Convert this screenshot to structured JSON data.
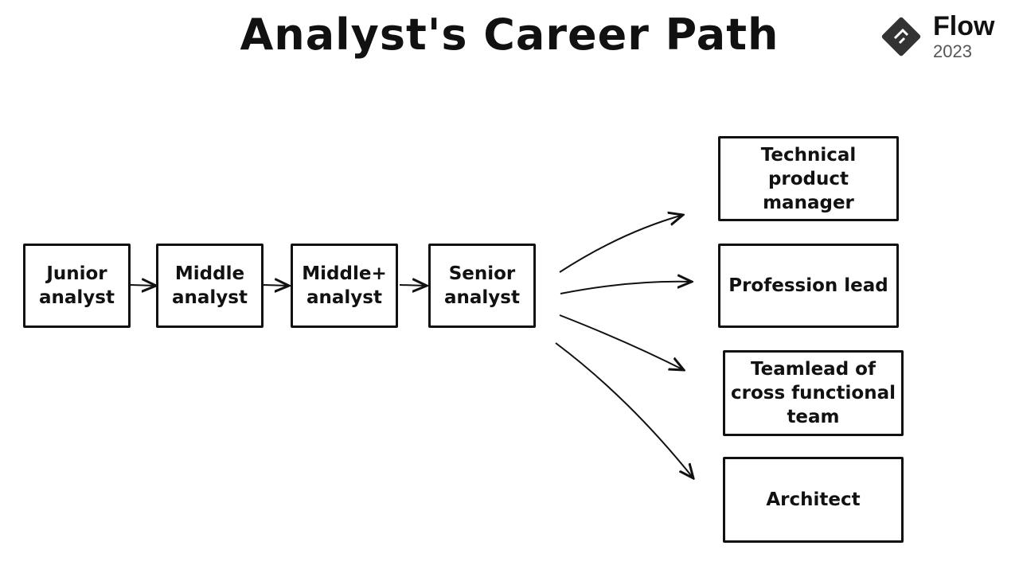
{
  "title": "Analyst's Career Path",
  "logo": {
    "name": "Flow",
    "year": "2023"
  },
  "path": [
    {
      "label": "Junior\nanalyst"
    },
    {
      "label": "Middle\nanalyst"
    },
    {
      "label": "Middle+\nanalyst"
    },
    {
      "label": "Senior\nanalyst"
    }
  ],
  "options": [
    {
      "label": "Technical\nproduct\nmanager"
    },
    {
      "label": "Profession lead"
    },
    {
      "label": "Teamlead of\ncross functional\nteam"
    },
    {
      "label": "Architect"
    }
  ]
}
